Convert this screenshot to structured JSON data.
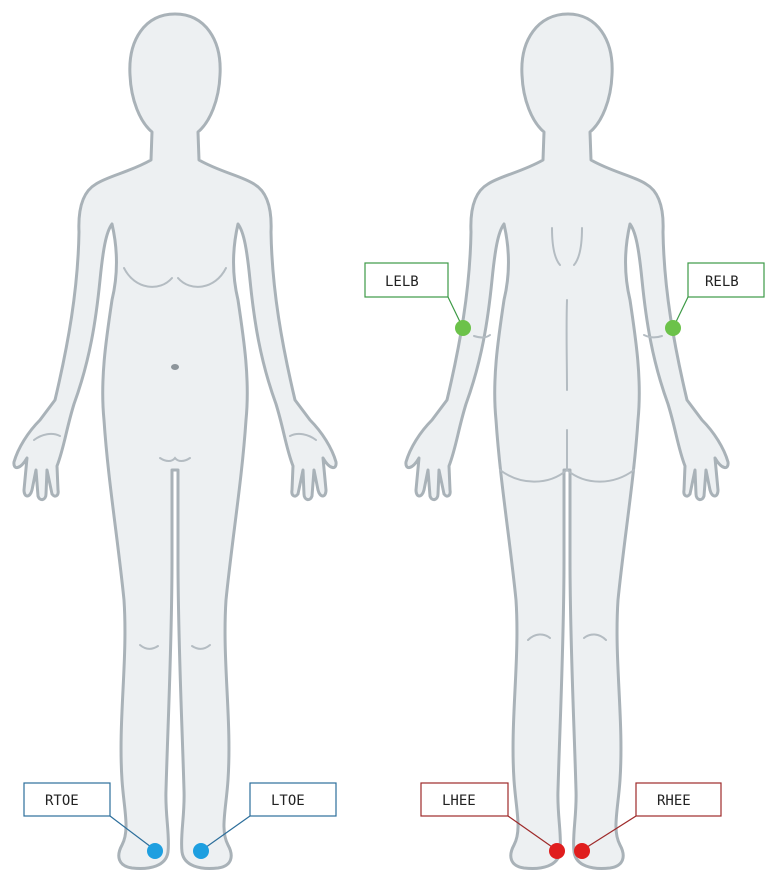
{
  "figures": {
    "front": {
      "name": "front-view"
    },
    "back": {
      "name": "back-view"
    }
  },
  "colors": {
    "toe": "#1e9fe0",
    "elbow": "#6cc24a",
    "heel": "#e01e1e",
    "toe_box": "#2c6e9b",
    "elbow_box": "#3d9a46",
    "heel_box": "#9e2a2a"
  },
  "markers": {
    "rtoe": {
      "label": "RTOE",
      "group": "toe"
    },
    "ltoe": {
      "label": "LTOE",
      "group": "toe"
    },
    "lelb": {
      "label": "LELB",
      "group": "elbow"
    },
    "relb": {
      "label": "RELB",
      "group": "elbow"
    },
    "lhee": {
      "label": "LHEE",
      "group": "heel"
    },
    "rhee": {
      "label": "RHEE",
      "group": "heel"
    }
  }
}
